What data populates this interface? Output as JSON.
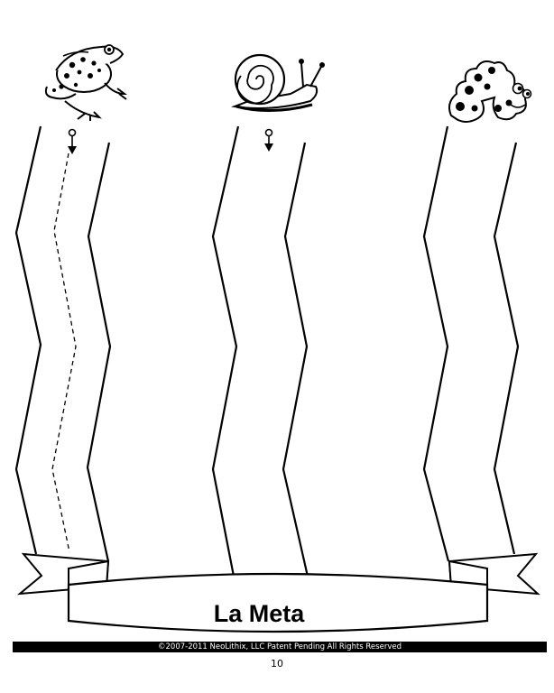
{
  "worksheet": {
    "goal_label": "La Meta",
    "copyright": "©2007-2011  NeoLithix, LLC  Patent Pending  All Rights Reserved",
    "page_number": "10"
  },
  "animals": [
    {
      "name": "frog-icon"
    },
    {
      "name": "snail-icon"
    },
    {
      "name": "caterpillar-icon"
    }
  ]
}
